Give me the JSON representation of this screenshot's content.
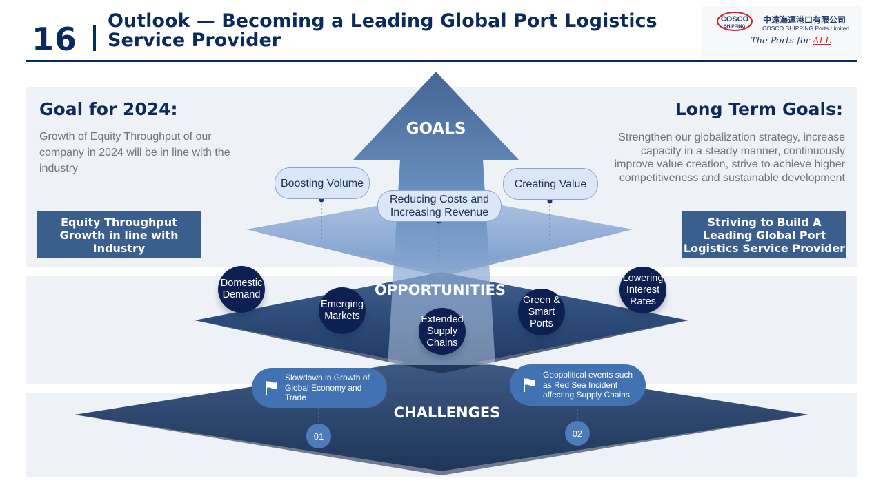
{
  "header": {
    "page_number": "16",
    "title": "Outlook — Becoming a Leading Global Port Logistics Service Provider"
  },
  "logo": {
    "mark_text_top": "COSCO",
    "mark_text_bottom": "SHIPPING",
    "company_cn": "中遠海運港口有限公司",
    "company_en": "COSCO SHIPPING Ports Limited",
    "tagline_prefix": "The Ports for ",
    "tagline_accent": "ALL"
  },
  "goal_2024": {
    "title": "Goal for 2024:",
    "text": "Growth of Equity Throughput of our company in 2024 will be in line with the industry",
    "box": "Equity Throughput Growth in line with Industry"
  },
  "long_term": {
    "title": "Long Term Goals:",
    "text": "Strengthen our globalization strategy, increase capacity in a steady manner, continuously improve value creation, strive to achieve higher competitiveness and sustainable development",
    "box": "Striving to Build A Leading Global Port Logistics Service Provider"
  },
  "layers": {
    "goals": "GOALS",
    "opportunities": "OPPORTUNITIES",
    "challenges": "CHALLENGES"
  },
  "goal_pills": [
    {
      "label": "Boosting Volume"
    },
    {
      "label": "Reducing Costs and Increasing Revenue"
    },
    {
      "label": "Creating Value"
    }
  ],
  "opportunities": [
    {
      "label": "Domestic Demand"
    },
    {
      "label": "Emerging Markets"
    },
    {
      "label": "Extended Supply Chains"
    },
    {
      "label": "Green & Smart Ports"
    },
    {
      "label": "Lowering Interest Rates"
    }
  ],
  "challenges": [
    {
      "label": "Slowdown in Growth of Global Economy and Trade",
      "number": "01"
    },
    {
      "label": "Geopolitical events such as Red Sea Incident affecting Supply Chains",
      "number": "02"
    }
  ],
  "colors": {
    "navy": "#0b2a5c",
    "box_blue": "#3a5f8c",
    "band_grey": "#eef1f5",
    "circle_navy": "#0e1f52",
    "challenge_blue": "#4272b1",
    "accent_red": "#d2232a"
  }
}
